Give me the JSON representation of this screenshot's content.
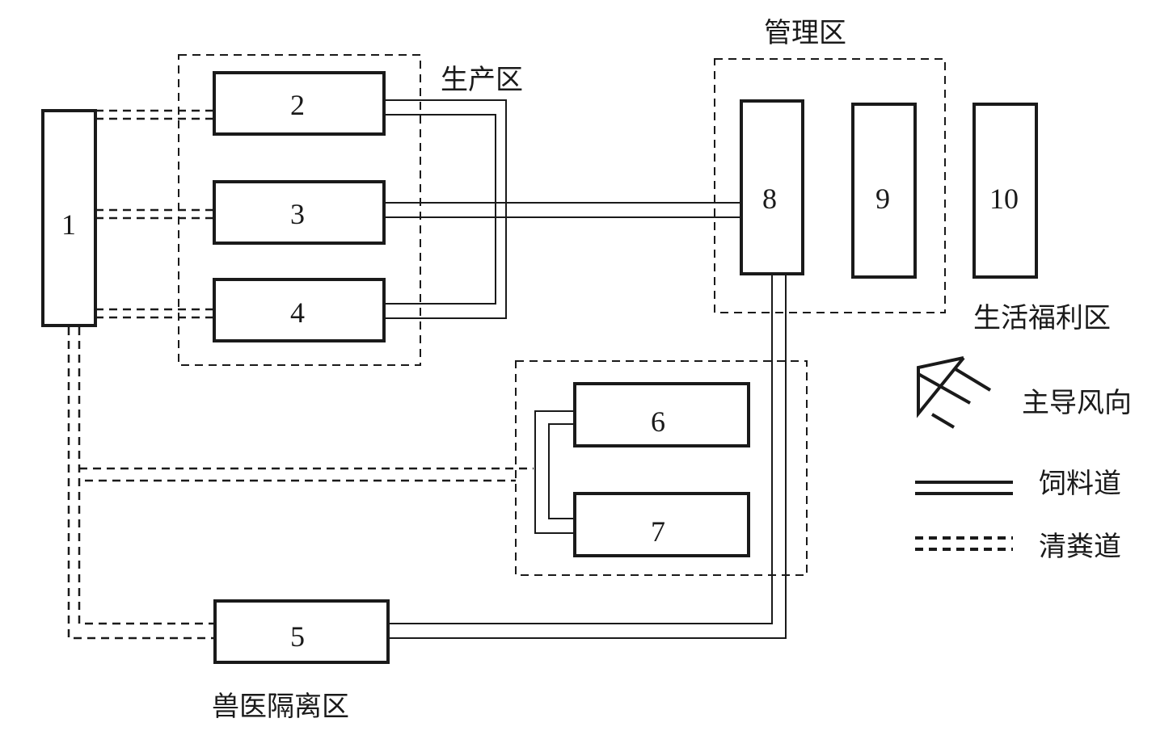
{
  "diagram": {
    "type": "farm-layout",
    "buildings": [
      {
        "id": "1",
        "label": "1"
      },
      {
        "id": "2",
        "label": "2"
      },
      {
        "id": "3",
        "label": "3"
      },
      {
        "id": "4",
        "label": "4"
      },
      {
        "id": "5",
        "label": "5"
      },
      {
        "id": "6",
        "label": "6"
      },
      {
        "id": "7",
        "label": "7"
      },
      {
        "id": "8",
        "label": "8"
      },
      {
        "id": "9",
        "label": "9"
      },
      {
        "id": "10",
        "label": "10"
      }
    ],
    "zones": {
      "production": "生产区",
      "management": "管理区",
      "living": "生活福利区",
      "veterinary": "兽医隔离区"
    },
    "legend": {
      "wind": "主导风向",
      "feed_road": "饲料道",
      "manure_road": "清粪道"
    },
    "connections": {
      "feed_road": [
        [
          "8",
          "3"
        ],
        [
          "3",
          "2"
        ],
        [
          "3",
          "4"
        ],
        [
          "8",
          "5"
        ],
        [
          "6",
          "7"
        ]
      ],
      "manure_road": [
        [
          "1",
          "2"
        ],
        [
          "1",
          "3"
        ],
        [
          "1",
          "4"
        ],
        [
          "1",
          "5"
        ],
        [
          "1",
          "6"
        ],
        [
          "1",
          "7"
        ]
      ]
    }
  }
}
